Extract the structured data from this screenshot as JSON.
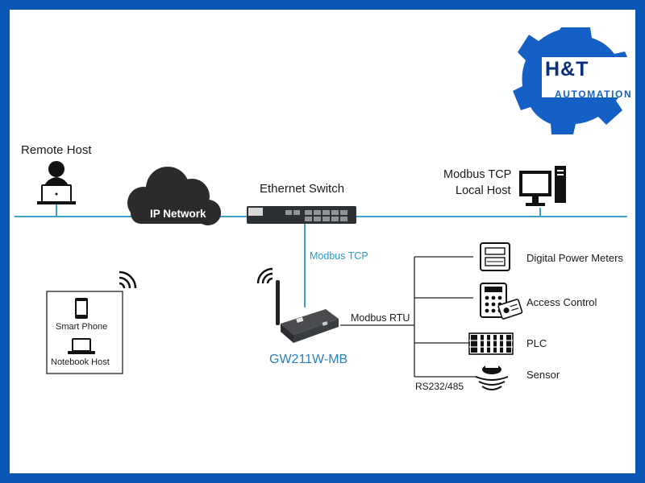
{
  "brand": {
    "name": "H&T",
    "subtitle": "AUTOMATION"
  },
  "nodes": {
    "remote_host": "Remote Host",
    "ip_network": "IP Network",
    "ethernet_switch": "Ethernet Switch",
    "local_host": [
      "Modbus TCP",
      "Local Host"
    ],
    "gateway": "GW211W-MB",
    "smart_phone": "Smart Phone",
    "notebook_host": "Notebook Host"
  },
  "links": {
    "modbus_tcp": "Modbus TCP",
    "modbus_rtu": "Modbus RTU",
    "serial": "RS232/485"
  },
  "devices": [
    "Digital Power Meters",
    "Access Control",
    "PLC",
    "Sensor"
  ],
  "colors": {
    "frame": "#0a56b4",
    "network_line": "#3ba1cf",
    "brand_dark": "#0b2f7a",
    "brand_light": "#1560c4"
  }
}
